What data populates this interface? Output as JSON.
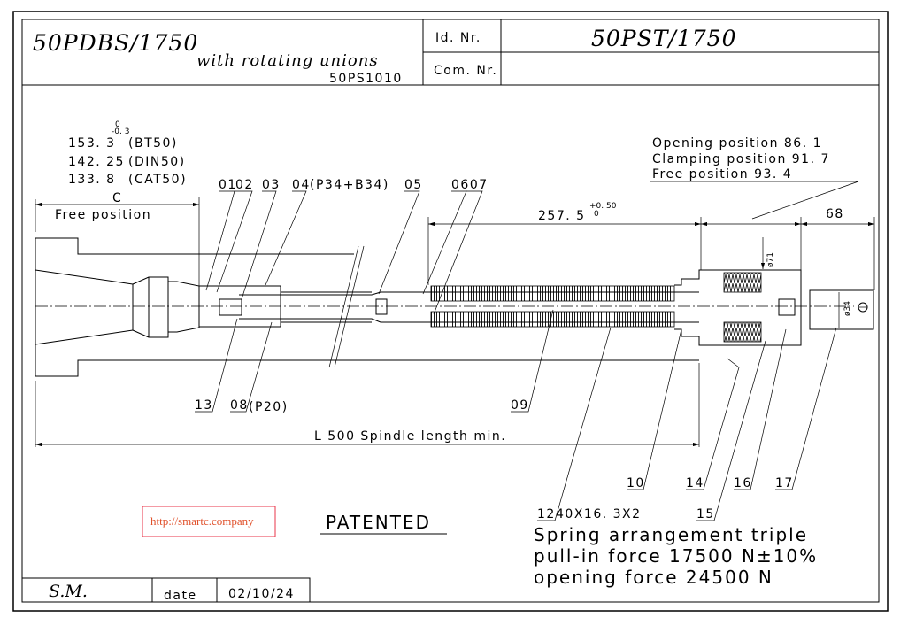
{
  "title_block": {
    "model": "50PDBS/1750",
    "subtitle": "with rotating unions",
    "drawing_code": "50PS1010",
    "id_label": "Id. Nr.",
    "id_value": "50PST/1750",
    "com_label": "Com. Nr.",
    "com_value": ""
  },
  "dimensions": {
    "c_values": [
      {
        "value": "153. 3",
        "tol_upper": "0",
        "tol_lower": "-0. 3",
        "standard": "(BT50)"
      },
      {
        "value": "142. 25",
        "standard": "(DIN50)"
      },
      {
        "value": "133. 8",
        "standard": "(CAT50)"
      }
    ],
    "c_label": "C",
    "c_note": "Free position",
    "stroke": "257. 5",
    "stroke_tol_upper": "+0. 50",
    "stroke_tol_lower": "0",
    "end_length": "68",
    "dia_71": "ø71",
    "dia_34": "ø34",
    "spindle_length": "L  500 Spindle length min.",
    "positions": [
      "Opening position  86. 1",
      "Clamping position 91. 7",
      "Free position  93. 4"
    ]
  },
  "part_labels": {
    "p01": "01",
    "p02": "02",
    "p03": "03",
    "p04": "04",
    "p04_note": "(P34+B34)",
    "p05": "05",
    "p0607": "0607",
    "p13": "13",
    "p08": "08",
    "p08_note": "(P20)",
    "p09": "09",
    "p10": "10",
    "p14": "14",
    "p16": "16",
    "p17": "17",
    "p12": "12",
    "p12_note": "40X16. 3X2",
    "p15": "15"
  },
  "notes": {
    "patented": "PATENTED",
    "spring": "Spring arrangement  triple",
    "pull_in": "pull-in force 17500 N±10%",
    "opening": "opening force 24500 N"
  },
  "watermark": {
    "text": "http://smartc.company",
    "color": "#e0502a"
  },
  "footer": {
    "author": "S.M.",
    "date_label": "date",
    "date_value": "02/10/24"
  }
}
